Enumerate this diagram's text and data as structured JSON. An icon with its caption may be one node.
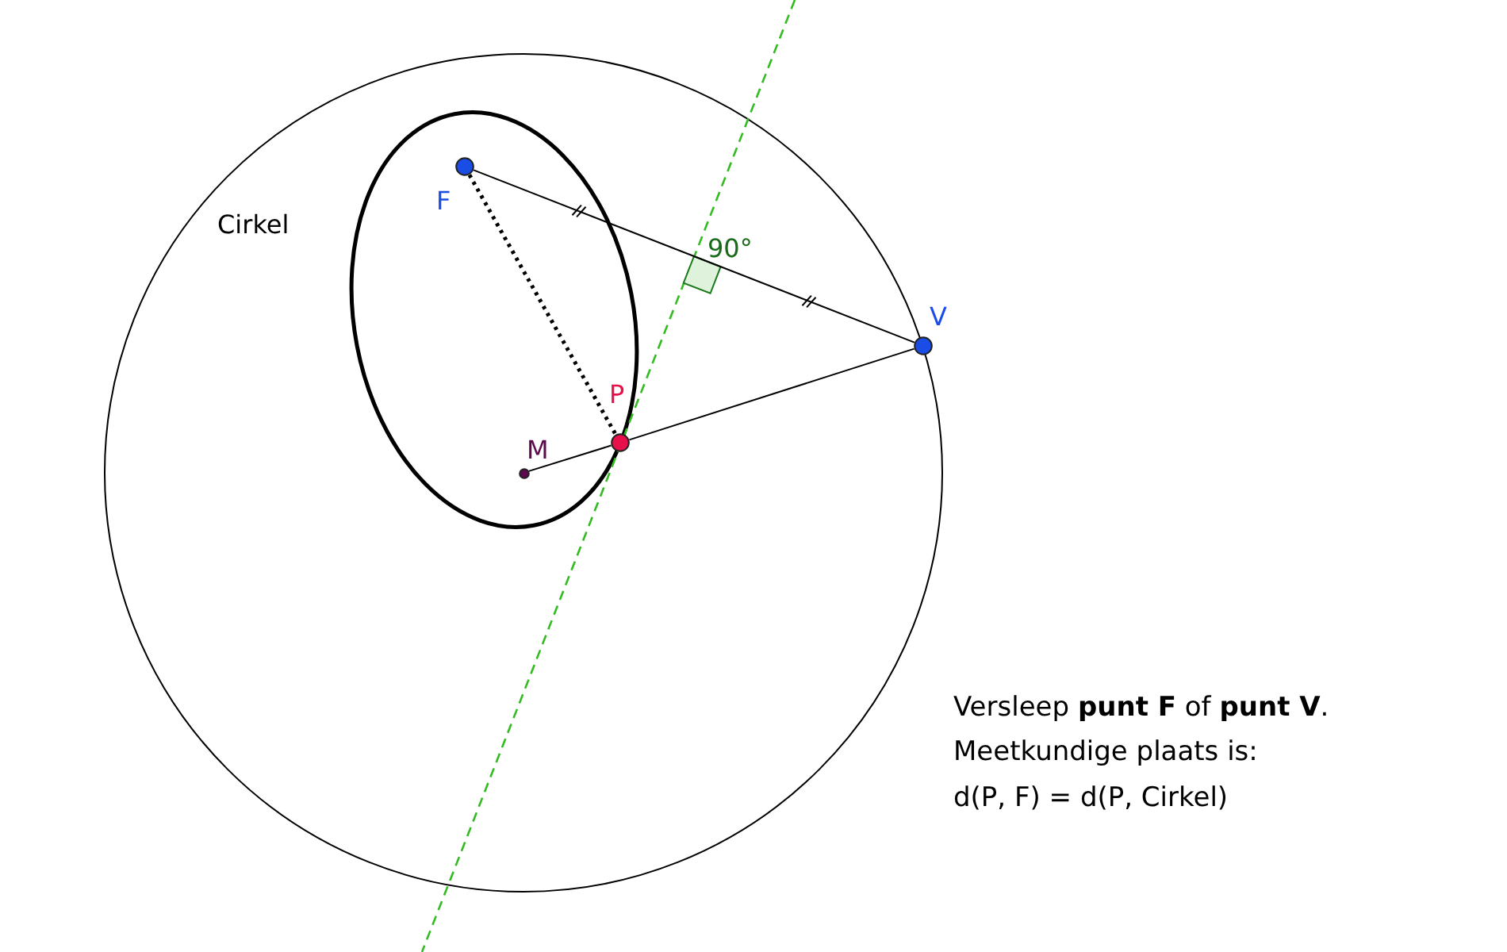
{
  "diagram": {
    "nodes": [
      {
        "text": [
          "F"
        ]
      },
      {
        "text": [
          "V"
        ]
      },
      {
        "text": [
          "P"
        ]
      },
      {
        "text": [
          "M"
        ]
      }
    ],
    "edges": [
      {
        "from": 0,
        "to": 1,
        "arrow": "none"
      },
      {
        "from": 3,
        "to": 2,
        "arrow": "none"
      },
      {
        "from": 2,
        "to": 1,
        "arrow": "none"
      },
      {
        "from": 0,
        "to": 2,
        "arrow": "none",
        "style": "dashed"
      }
    ],
    "labels": [
      "Cirkel",
      "90°",
      "Versleep **punt F** of **punt V**.",
      "Meetkundige plaats is:",
      "d(P, F) = d(P, Cirkel)"
    ]
  }
}
